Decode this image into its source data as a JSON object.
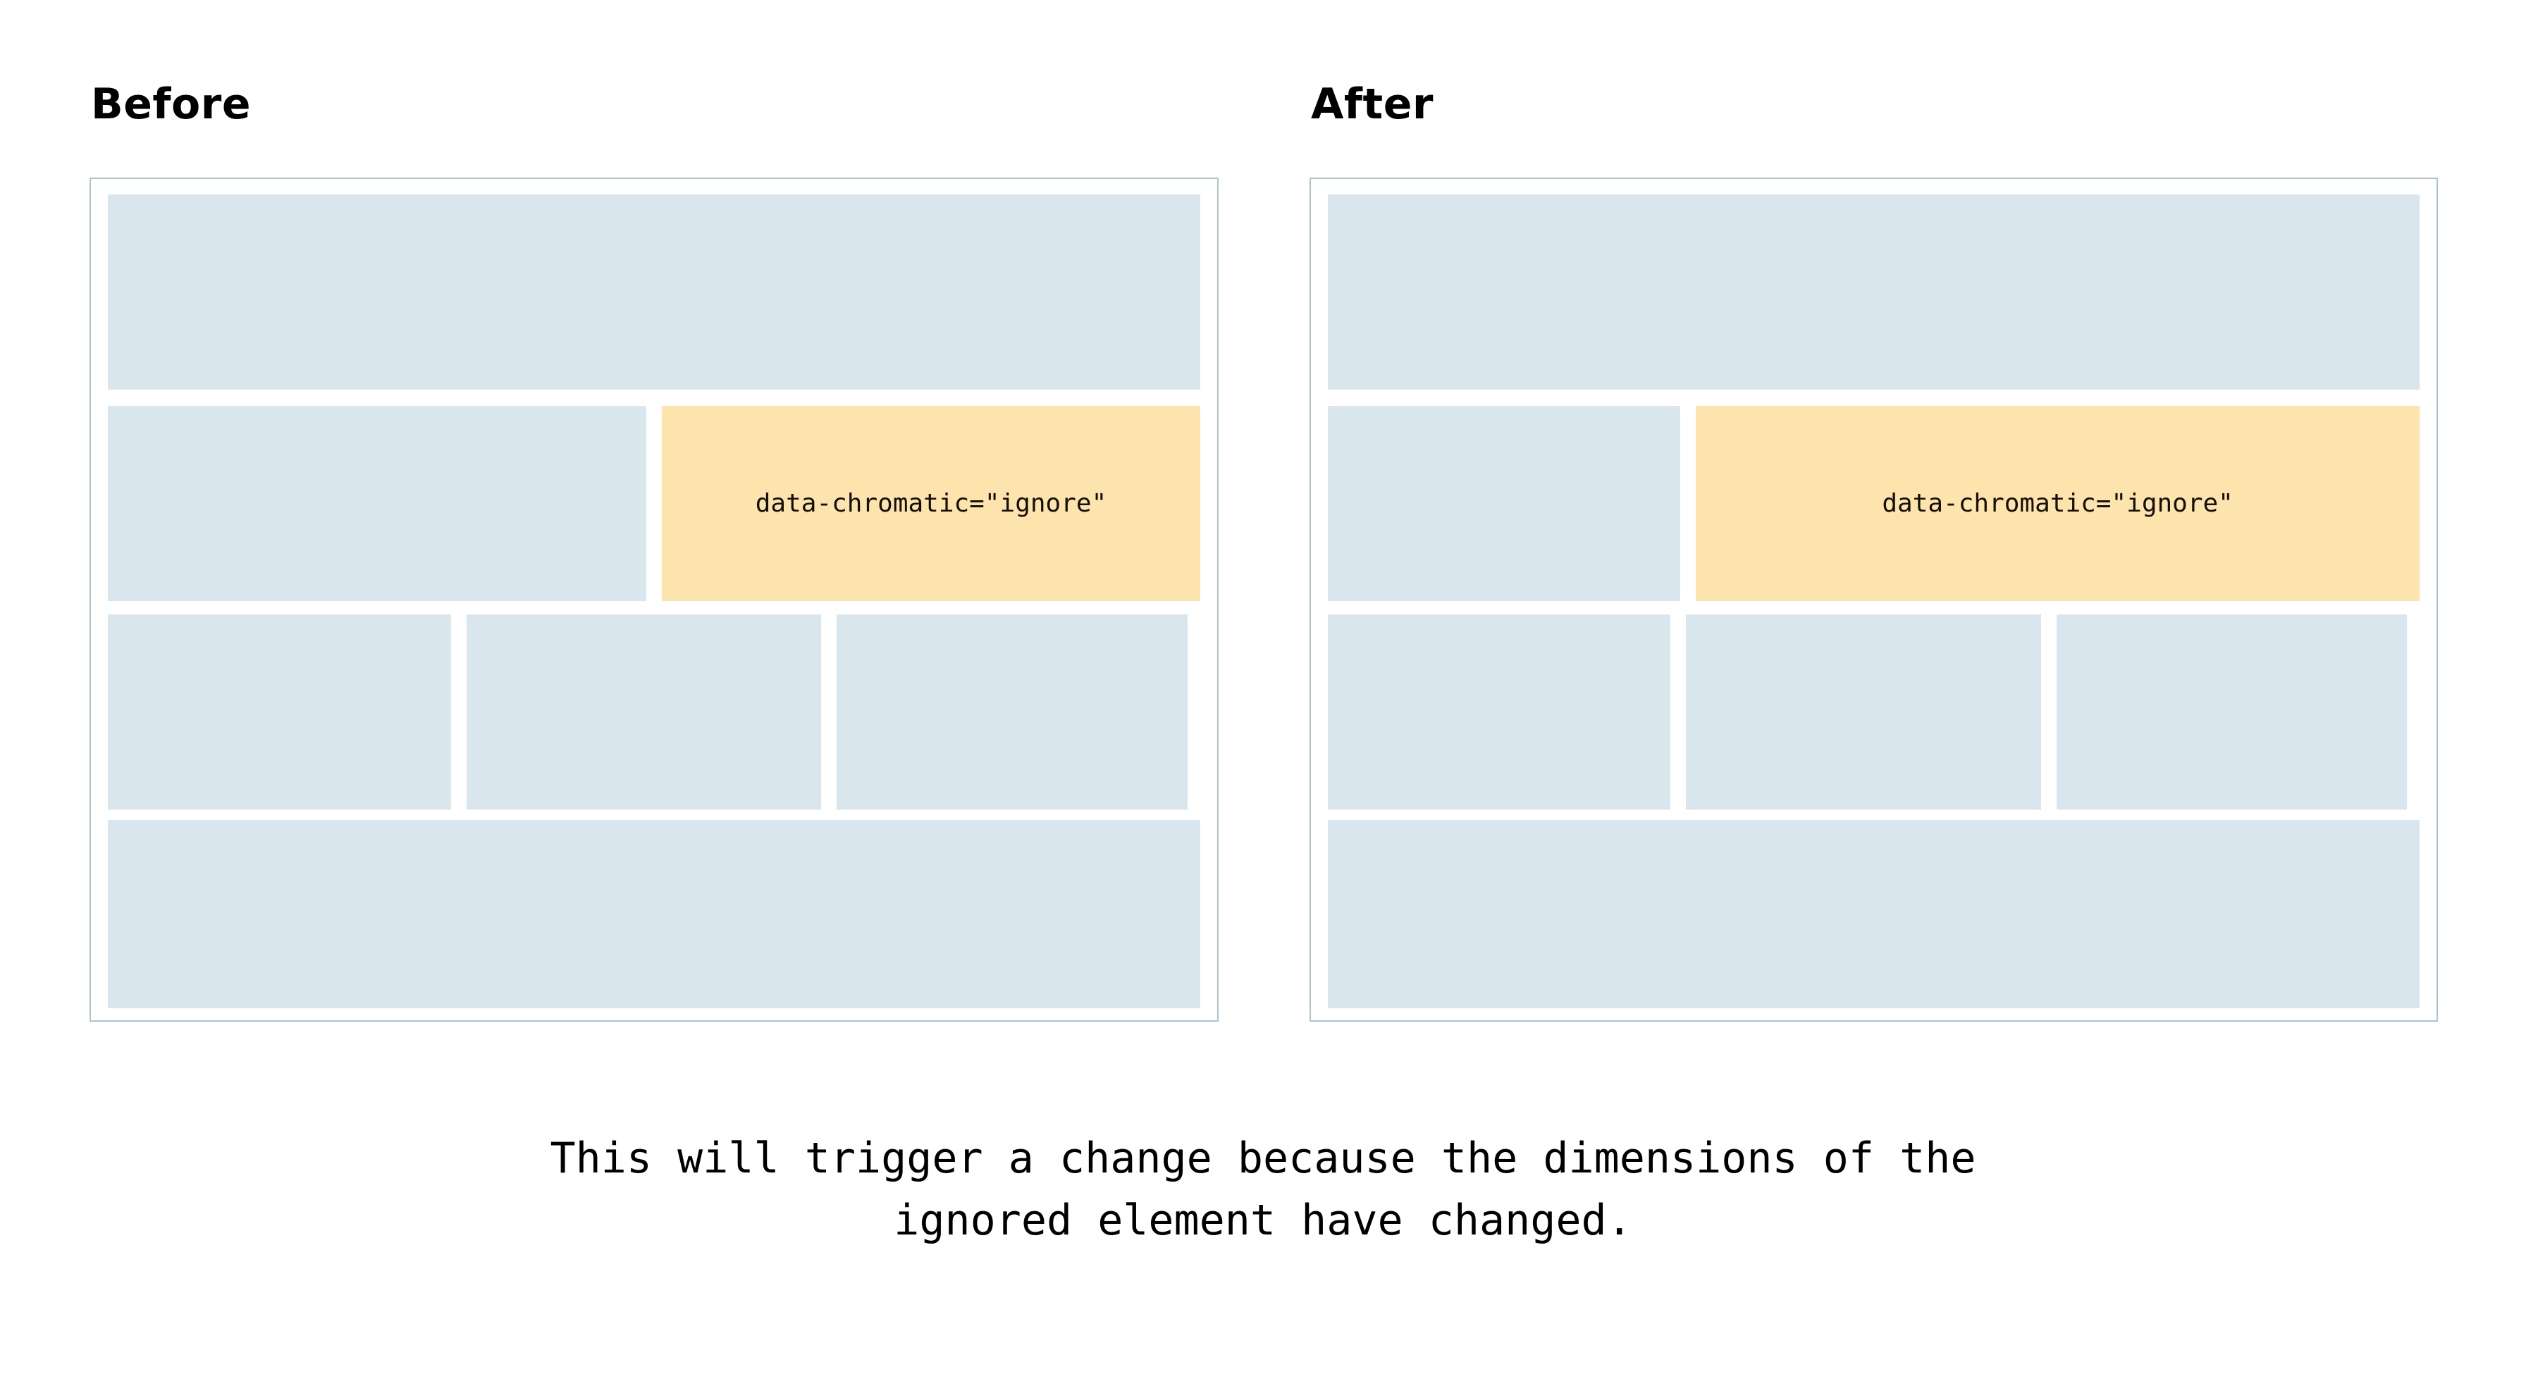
{
  "page": {
    "background_color": "#ffffff",
    "caption_lines": [
      "This will trigger a change because the dimensions of the",
      "ignored element have changed."
    ]
  },
  "colors": {
    "panel_border": "#b0c2d2",
    "skeleton_block": "#d9e6ee",
    "highlight_block": "#fde3ac",
    "text": "#000000",
    "page_background": "#ffffff"
  },
  "panels": [
    {
      "id": "before",
      "title": "Before",
      "rows": [
        {
          "id": "row-1",
          "blocks": [
            {
              "kind": "skeleton",
              "label": ""
            }
          ]
        },
        {
          "id": "row-2",
          "blocks": [
            {
              "kind": "skeleton",
              "label": ""
            },
            {
              "kind": "highlight",
              "label": "data-chromatic=\"ignore\""
            }
          ]
        },
        {
          "id": "row-3",
          "blocks": [
            {
              "kind": "skeleton",
              "label": ""
            },
            {
              "kind": "skeleton",
              "label": ""
            },
            {
              "kind": "skeleton",
              "label": ""
            }
          ]
        },
        {
          "id": "row-4",
          "blocks": [
            {
              "kind": "skeleton",
              "label": ""
            }
          ]
        }
      ]
    },
    {
      "id": "after",
      "title": "After",
      "rows": [
        {
          "id": "row-1",
          "blocks": [
            {
              "kind": "skeleton",
              "label": ""
            }
          ]
        },
        {
          "id": "row-2",
          "blocks": [
            {
              "kind": "skeleton",
              "label": ""
            },
            {
              "kind": "highlight",
              "label": "data-chromatic=\"ignore\""
            }
          ]
        },
        {
          "id": "row-3",
          "blocks": [
            {
              "kind": "skeleton",
              "label": ""
            },
            {
              "kind": "skeleton",
              "label": ""
            },
            {
              "kind": "skeleton",
              "label": ""
            }
          ]
        },
        {
          "id": "row-4",
          "blocks": [
            {
              "kind": "skeleton",
              "label": ""
            }
          ]
        }
      ]
    }
  ]
}
